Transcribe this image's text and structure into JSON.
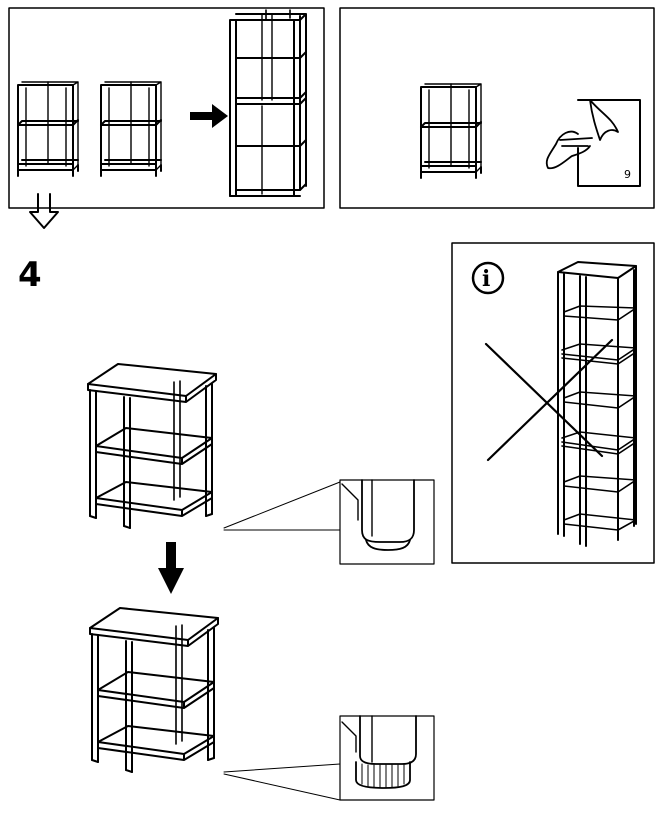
{
  "step": {
    "number": "4"
  },
  "panel_top_left": {
    "arrow": "right-arrow-icon"
  },
  "panel_top_right": {
    "page_reference": "9",
    "hand_icon": "hand-peeling-sticker-icon"
  },
  "info_panel": {
    "icon": "info-icon",
    "info_symbol": "i",
    "cross": "cross-out-icon"
  },
  "instruction": {
    "down_arrow": "down-arrow-icon",
    "outline_arrow": "outline-down-arrow-icon"
  },
  "colors": {
    "line": "#000000",
    "background": "#ffffff"
  }
}
